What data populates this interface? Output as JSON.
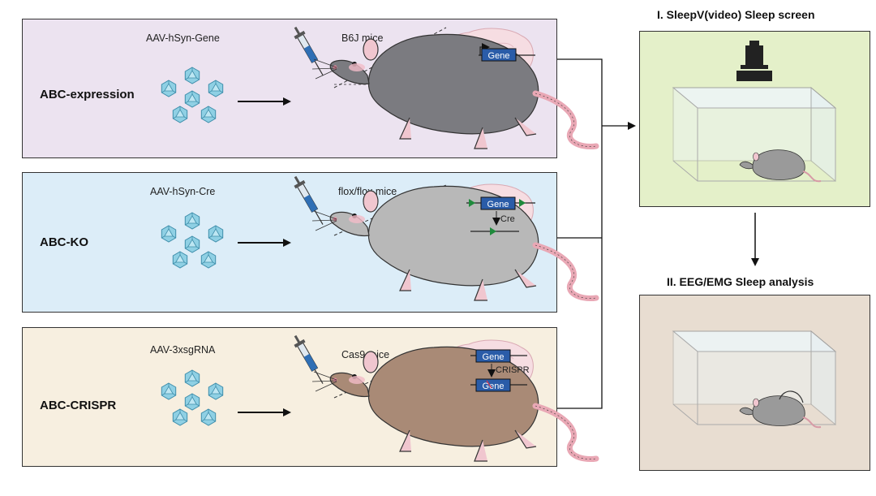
{
  "panels": [
    {
      "label": "ABC-expression",
      "aav": "AAV-hSyn-Gene",
      "mice": "B6J mice"
    },
    {
      "label": "ABC-KO",
      "aav": "AAV-hSyn-Cre",
      "mice": "flox/flox mice"
    },
    {
      "label": "ABC-CRISPR",
      "aav": "AAV-3xsgRNA",
      "mice": "Cas9 mice"
    }
  ],
  "brain": {
    "gene": "Gene",
    "cre": "Cre",
    "crispr": "CRISPR"
  },
  "screens": {
    "first": "I. SleepV(video) Sleep screen",
    "second": "II.  EEG/EMG Sleep analysis"
  },
  "colors": {
    "expression_bg": "#ece3f0",
    "ko_bg": "#dcedf8",
    "crispr_bg": "#f7efe0",
    "screen1_bg": "#e4f0c9",
    "screen2_bg": "#e8ddd1",
    "virus": "#7cc4dc",
    "gene_box": "#2a5ca8"
  }
}
